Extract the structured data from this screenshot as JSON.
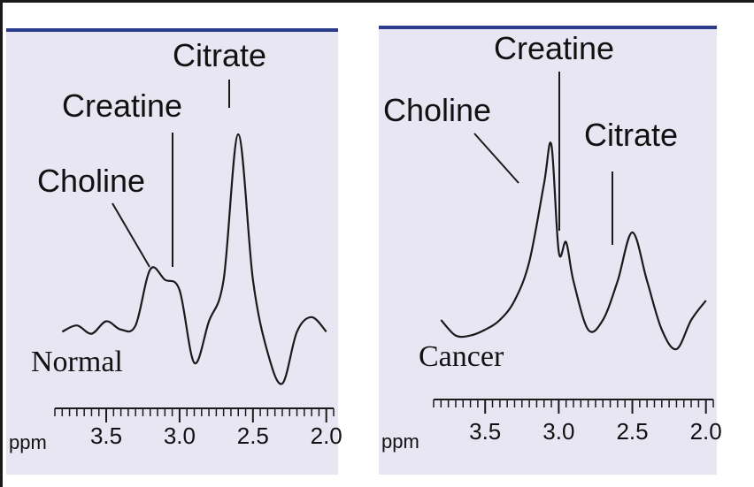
{
  "chart_data": [
    {
      "type": "line",
      "title": "",
      "condition_label": "Normal",
      "xlabel": "ppm",
      "x_ticks": [
        "3.5",
        "3.0",
        "2.5",
        "2.0"
      ],
      "xlim": [
        3.85,
        1.95
      ],
      "x_reversed": true,
      "peaks": [
        {
          "name": "Choline",
          "ppm": 3.2
        },
        {
          "name": "Creatine",
          "ppm": 3.0
        },
        {
          "name": "Citrate",
          "ppm": 2.6
        }
      ],
      "series": [
        {
          "x": [
            3.8,
            3.7,
            3.6,
            3.5,
            3.4,
            3.3,
            3.2,
            3.1,
            3.0,
            2.9,
            2.8,
            2.7,
            2.6,
            2.5,
            2.4,
            2.3,
            2.2,
            2.1,
            2.0
          ],
          "y": [
            0.05,
            0.08,
            0.04,
            0.1,
            0.06,
            0.08,
            0.35,
            0.3,
            0.25,
            -0.1,
            0.1,
            0.3,
            1.0,
            0.3,
            -0.05,
            -0.2,
            0.05,
            0.12,
            0.05
          ]
        }
      ]
    },
    {
      "type": "line",
      "title": "",
      "condition_label": "Cancer",
      "xlabel": "ppm",
      "x_ticks": [
        "3.5",
        "3.0",
        "2.5",
        "2.0"
      ],
      "xlim": [
        3.85,
        1.95
      ],
      "x_reversed": true,
      "peaks": [
        {
          "name": "Choline",
          "ppm": 3.05
        },
        {
          "name": "Creatine",
          "ppm": 2.95
        },
        {
          "name": "Citrate",
          "ppm": 2.5
        }
      ],
      "series": [
        {
          "x": [
            3.8,
            3.7,
            3.6,
            3.5,
            3.4,
            3.3,
            3.2,
            3.1,
            3.05,
            3.0,
            2.95,
            2.9,
            2.8,
            2.7,
            2.6,
            2.5,
            2.4,
            2.3,
            2.2,
            2.1,
            2.0
          ],
          "y": [
            0.1,
            0.02,
            0.02,
            0.05,
            0.1,
            0.2,
            0.4,
            0.8,
            1.0,
            0.45,
            0.5,
            0.3,
            0.05,
            0.1,
            0.3,
            0.55,
            0.3,
            0.05,
            -0.05,
            0.1,
            0.2
          ]
        }
      ]
    }
  ]
}
